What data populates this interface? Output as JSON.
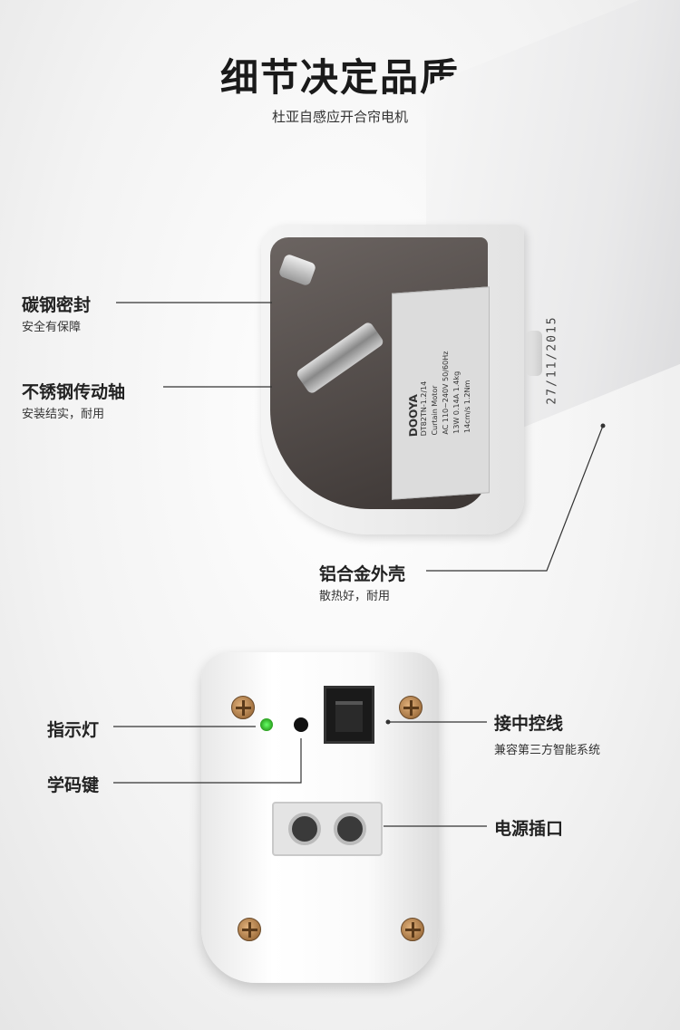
{
  "header": {
    "title": "细节决定品质",
    "subtitle": "杜亚自感应开合帘电机"
  },
  "callouts": [
    {
      "label": "碳钢密封",
      "sub": "安全有保障"
    },
    {
      "label": "不锈钢传动轴",
      "sub": "安装结实，耐用"
    },
    {
      "label": "铝合金外壳",
      "sub": "散热好，耐用"
    },
    {
      "label": "指示灯"
    },
    {
      "label": "学码键"
    },
    {
      "label": "接中控线",
      "sub": "兼容第三方智能系统"
    },
    {
      "label": "电源插口"
    }
  ],
  "product": {
    "brand": "DOOYA",
    "model": "DT82TN-1.2/14",
    "type": "Curtain Motor",
    "specs": [
      "AC 110~240V 50/60Hz",
      "13W 0.14A 1.4kg",
      "14cm/s 1.2Nm"
    ],
    "date": "27/11/2015"
  },
  "colors": {
    "led": "#33cc33",
    "text": "#222222"
  }
}
